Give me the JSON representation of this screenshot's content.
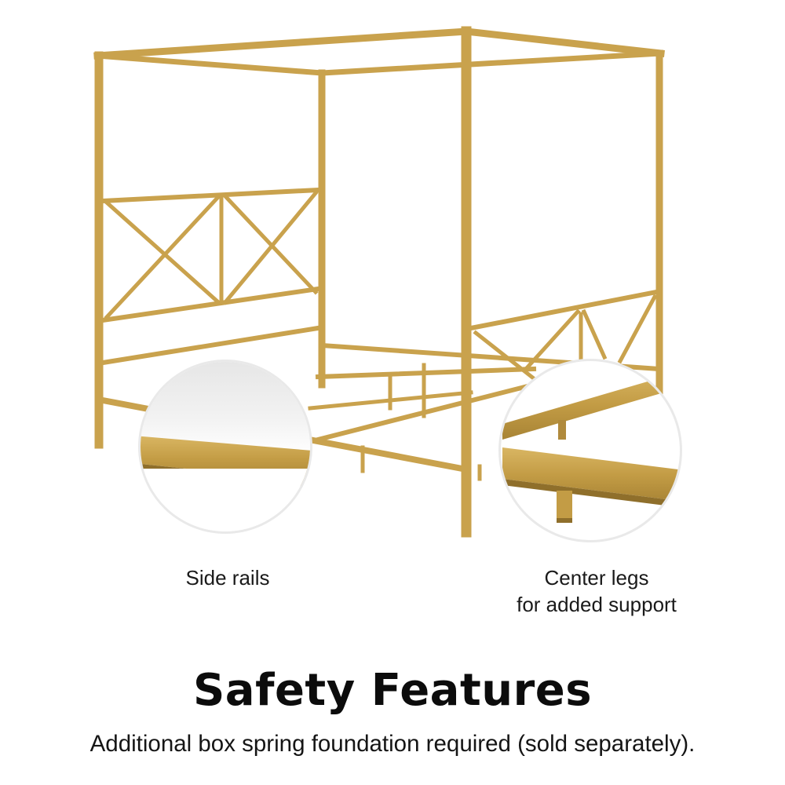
{
  "callouts": {
    "side_rails": "Side rails",
    "center_legs_line1": "Center legs",
    "center_legs_line2": "for added support"
  },
  "headline": "Safety Features",
  "subline": "Additional box spring foundation required (sold separately).",
  "colors": {
    "frame_gold": "#C9A24D",
    "frame_gold_dark": "#A9843A",
    "background": "#FFFFFF"
  }
}
